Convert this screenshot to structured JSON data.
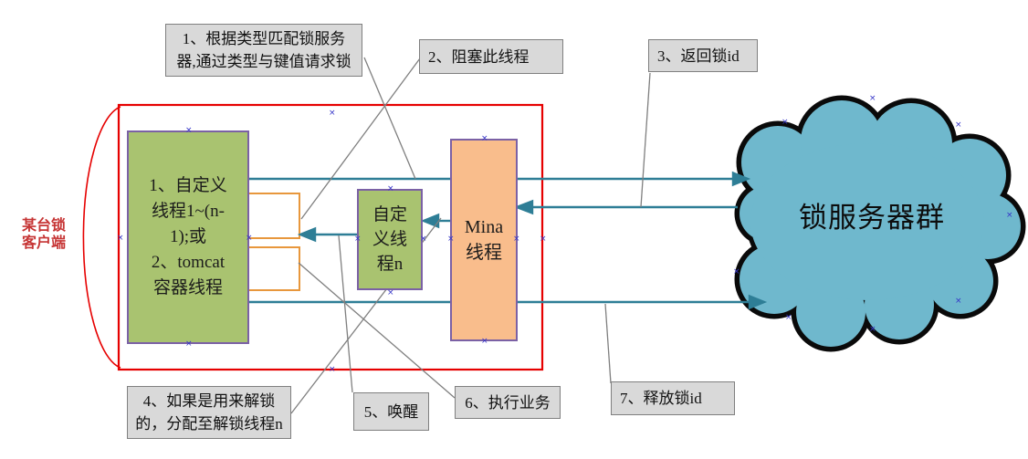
{
  "shapes": {
    "client": "某台锁\n客户端",
    "main_threads": "1、自定义\n线程1~(n-\n1);或\n2、tomcat\n容器线程",
    "custom_thread_n": "自定\n义线\n程n",
    "mina_thread": "Mina\n线程",
    "cloud": "锁服务器群"
  },
  "callouts": [
    {
      "label": "1、根据类型匹配锁服务\n器,通过类型与键值请求锁"
    },
    {
      "label": "2、阻塞此线程"
    },
    {
      "label": "3、返回锁id"
    },
    {
      "label": "4、如果是用来解锁\n的，分配至解锁线程n"
    },
    {
      "label": "5、唤醒"
    },
    {
      "label": "6、执行业务"
    },
    {
      "label": "7、释放锁id"
    }
  ],
  "colors": {
    "arrow_teal": "#2E7E96",
    "boundary_red": "#E60000",
    "box_green": "#A9C370",
    "box_orange": "#F9BD8C",
    "shape_border_purple": "#7B61A5",
    "bracket_orange": "#E8973C",
    "cloud_blue": "#6FB8CD",
    "callout_gray": "#D9D9D9",
    "leader_gray": "#7f7f7f"
  }
}
